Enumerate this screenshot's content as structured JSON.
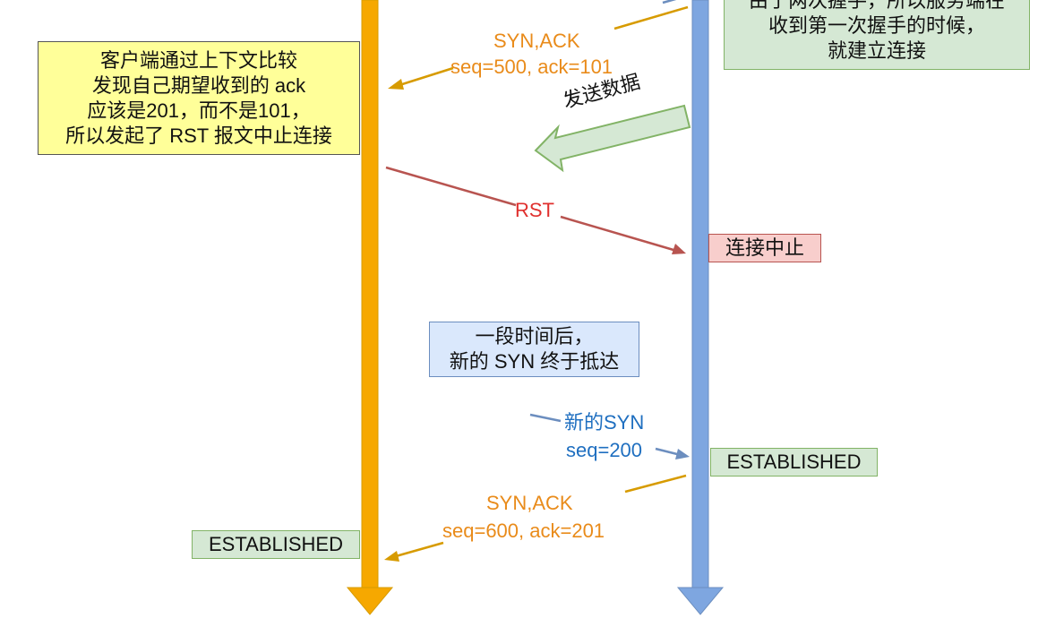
{
  "server_note": {
    "lines": [
      "由于两次握手，所以服务端在",
      "收到第一次握手的时候，",
      "就建立连接"
    ]
  },
  "client_note": {
    "lines": [
      "客户端通过上下文比较",
      "发现自己期望收到的 ack",
      "应该是201，而不是101，",
      "所以发起了 RST 报文中止连接"
    ]
  },
  "messages": {
    "first_synack": {
      "title": "SYN,ACK",
      "params": "seq=500, ack=101"
    },
    "send_data": "发送数据",
    "rst": "RST",
    "new_syn": {
      "title": "新的SYN",
      "params": "seq=200"
    },
    "second_synack": {
      "title": "SYN,ACK",
      "params": "seq=600, ack=201"
    }
  },
  "states": {
    "abort": "连接中止",
    "server_established": "ESTABLISHED",
    "client_established": "ESTABLISHED"
  },
  "time_note": {
    "lines": [
      "一段时间后，",
      "新的 SYN 终于抵达"
    ]
  },
  "colors": {
    "client_timeline": "#f6a800",
    "server_timeline": "#7ea6e0",
    "synack_arrow": "#d79b00",
    "rst_arrow": "#b85450",
    "new_syn_arrow": "#6c8ebf",
    "block_arrow_fill": "#d5e8d4",
    "block_arrow_stroke": "#82b366"
  }
}
